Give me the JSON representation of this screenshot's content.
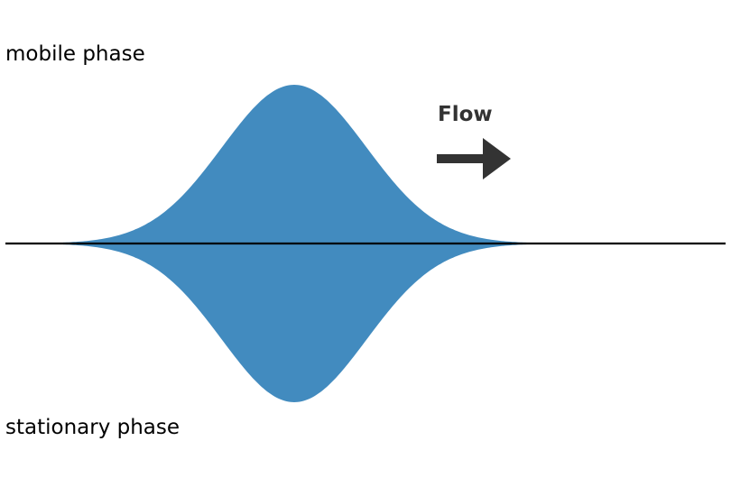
{
  "labels": {
    "mobile_phase": "mobile phase",
    "stationary_phase": "stationary phase",
    "flow": "Flow"
  },
  "colors": {
    "peak_fill": "#428bbf",
    "baseline": "#000000",
    "arrow": "#333333",
    "text": "#000000"
  },
  "icons": {
    "flow_arrow": "arrow-right-icon"
  }
}
